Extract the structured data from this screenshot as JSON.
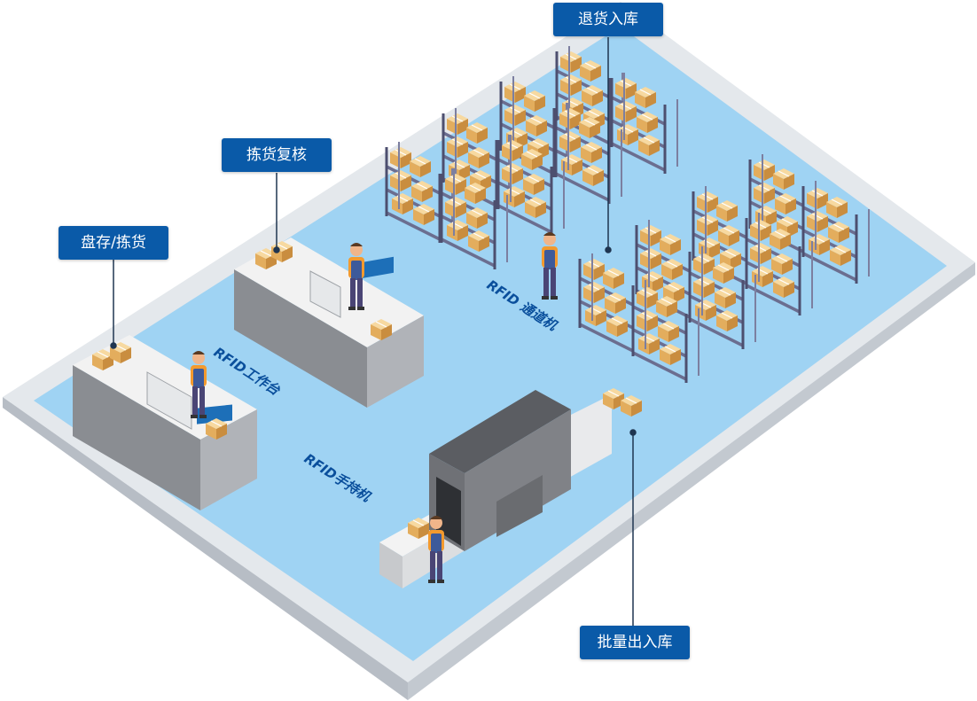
{
  "callouts": {
    "return_inbound": "退货入库",
    "pick_review": "拣货复核",
    "inventory_pick": "盘存/拣货",
    "batch_io": "批量出入库"
  },
  "floor_labels": {
    "workstation": "RFID工作台",
    "channel_machine": "RFID 通道机",
    "handheld": "RFID手持机"
  },
  "colors": {
    "floor": "#9fd3f3",
    "floor_border": "#dfe3e8",
    "callout_bg": "#0a5aa8",
    "label_text": "#0a4f9c",
    "rack_frame": "#4d4f6f",
    "box": "#e8b867"
  }
}
